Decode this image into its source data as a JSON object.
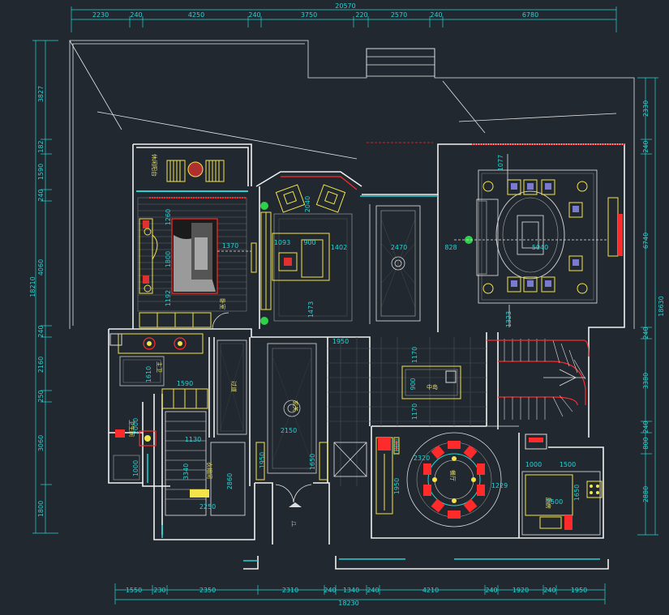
{
  "dimensions": {
    "top_total": "20570",
    "top_segments": [
      "2230",
      "240",
      "4250",
      "240",
      "3750",
      "220",
      "2570",
      "240",
      "6780"
    ],
    "bottom_total": "18230",
    "bottom_segments": [
      "1550",
      "230",
      "2350",
      "2310",
      "240",
      "1340",
      "240",
      "4210",
      "240",
      "1920",
      "240",
      "1950"
    ],
    "left_total": "18210",
    "left_segments": [
      "3827",
      "182",
      "1590",
      "240",
      "4060",
      "240",
      "2160",
      "250",
      "3060",
      "1800"
    ],
    "right_total": "18630",
    "right_segments": [
      "2330",
      "240",
      "6740",
      "240",
      "3380",
      "240",
      "800",
      "2880"
    ],
    "interior": [
      "1077",
      "1260",
      "1800",
      "1192",
      "1370",
      "1093",
      "900",
      "2040",
      "1402",
      "2470",
      "828",
      "5040",
      "1473",
      "1950",
      "1323",
      "1610",
      "1590",
      "1170",
      "900",
      "1170",
      "2000",
      "1130",
      "3340",
      "1000",
      "2860",
      "2250",
      "2150",
      "1950",
      "1650",
      "2320",
      "1229",
      "1000",
      "1500",
      "1650",
      "2500"
    ]
  },
  "room_labels": {
    "balcony": "休闲阳台",
    "bedroom": "卧室",
    "master_bath": "主卫",
    "cloakroom": "衣帽间",
    "bath_2": "卫生间",
    "corridor": "过道",
    "foyer": "玄关",
    "island": "中岛",
    "dining": "餐厅",
    "kitchen": "厨房",
    "living": "客厅"
  },
  "colors": {
    "background": "#212830",
    "walls": "#f0f0f0",
    "dimension": "#27d3d3",
    "furniture": "#f3e44a",
    "accent": "#ff2a2a",
    "plants": "#2fd04a"
  }
}
